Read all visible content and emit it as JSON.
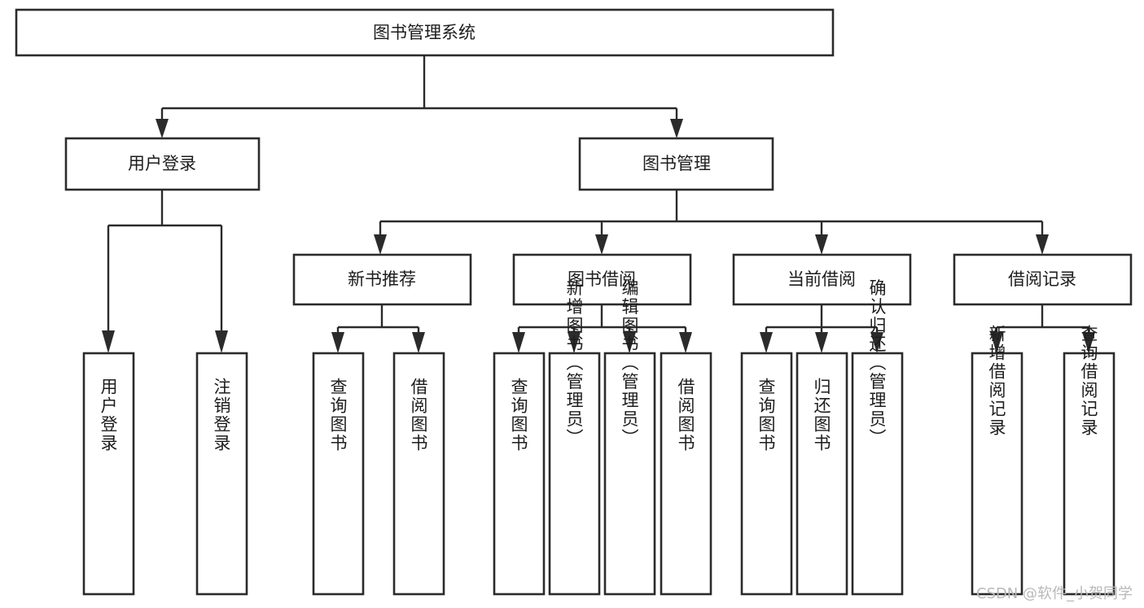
{
  "diagram": {
    "type": "tree",
    "title": "图书管理系统",
    "watermark": "CSDN @软件_小贺同学",
    "colors": {
      "box_stroke": "#2b2b2b",
      "box_fill": "#ffffff",
      "line": "#2b2b2b",
      "text": "#1d1d1d",
      "background": "#ffffff",
      "watermark": "#b9b9b9"
    },
    "nodes": {
      "root": {
        "label": "图书管理系统"
      },
      "level1": [
        {
          "label": "用户登录"
        },
        {
          "label": "图书管理"
        }
      ],
      "level2": [
        {
          "label": "新书推荐"
        },
        {
          "label": "图书借阅"
        },
        {
          "label": "当前借阅"
        },
        {
          "label": "借阅记录"
        }
      ],
      "leaves_user_login": [
        {
          "label": "用户登录"
        },
        {
          "label": "注销登录"
        }
      ],
      "leaves_new_books": [
        {
          "label": "查询图书"
        },
        {
          "label": "借阅图书"
        }
      ],
      "leaves_borrow": [
        {
          "label": "查询图书"
        },
        {
          "label": "新增图书（管理员）"
        },
        {
          "label": "编辑图书（管理员）"
        },
        {
          "label": "借阅图书"
        }
      ],
      "leaves_current": [
        {
          "label": "查询图书"
        },
        {
          "label": "归还图书"
        },
        {
          "label": "确认归还（管理员）"
        }
      ],
      "leaves_records": [
        {
          "label": "新增借阅记录"
        },
        {
          "label": "查询借阅记录"
        }
      ]
    }
  }
}
